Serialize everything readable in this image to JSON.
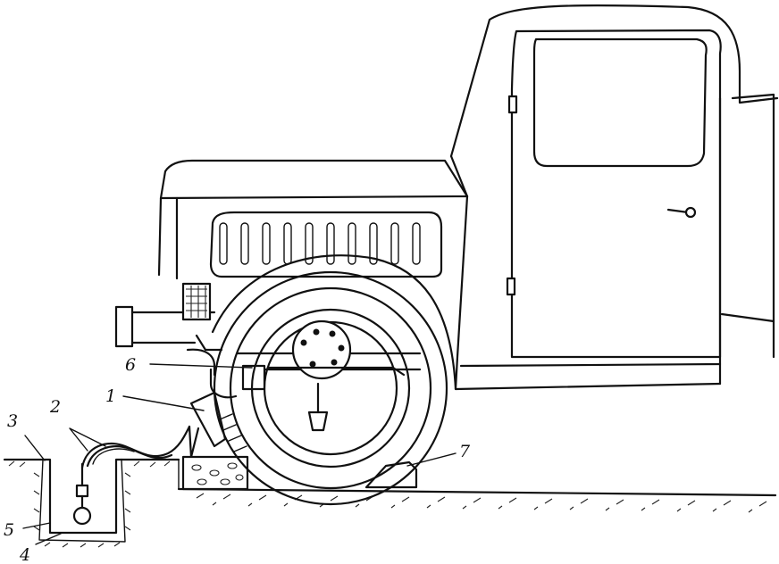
{
  "labels": {
    "l1": "1",
    "l2": "2",
    "l3": "3",
    "l4": "4",
    "l5": "5",
    "l6": "6",
    "l7": "7"
  },
  "colors": {
    "line": "#111111",
    "background": "#ffffff"
  }
}
